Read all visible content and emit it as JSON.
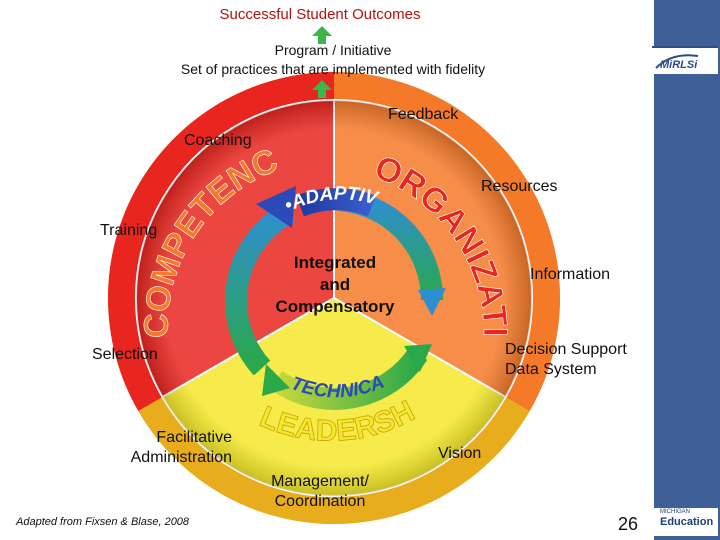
{
  "slide": {
    "title": "Successful Student Outcomes",
    "program_line1": "Program / Initiative",
    "program_line2": "Set of practices that are implemented with fidelity",
    "page_number": "26",
    "credit": "Adapted from Fixsen & Blase, 2008"
  },
  "diagram": {
    "center": [
      "Integrated",
      "and",
      "Compensatory"
    ],
    "arc_words": {
      "competency": "COMPETENCY",
      "organization": "ORGANIZATION",
      "adaptive": "•ADAPTIVE",
      "technical": "TECHNICAL",
      "leadership": "LEADERSHIP"
    },
    "labels": {
      "feedback": "Feedback",
      "coaching": "Coaching",
      "resources": "Resources",
      "training": "Training",
      "information": "Information",
      "selection": "Selection",
      "decision_support_line1": "Decision Support",
      "decision_support_line2": "Data System",
      "facilitative_line1": "Facilitative",
      "facilitative_line2": "Administration",
      "vision": "Vision",
      "management_line1": "Management/",
      "management_line2": "Coordination"
    },
    "colors": {
      "competency": "#e8251f",
      "organization": "#f47a2a",
      "leadership": "#f4e82a",
      "outer_ring": "#e7ad1c",
      "arrow_up": "#3cb54a",
      "cycle_blue": "#2c49b8",
      "cycle_green": "#2aa84a",
      "cycle_yellow": "#e9e23a",
      "title": "#b3120e",
      "side_bar": "#3f5f98"
    }
  },
  "logos": {
    "top_right": "MiRLSi",
    "bottom_right_small": "MICHIGAN",
    "bottom_right_big": "Education"
  }
}
